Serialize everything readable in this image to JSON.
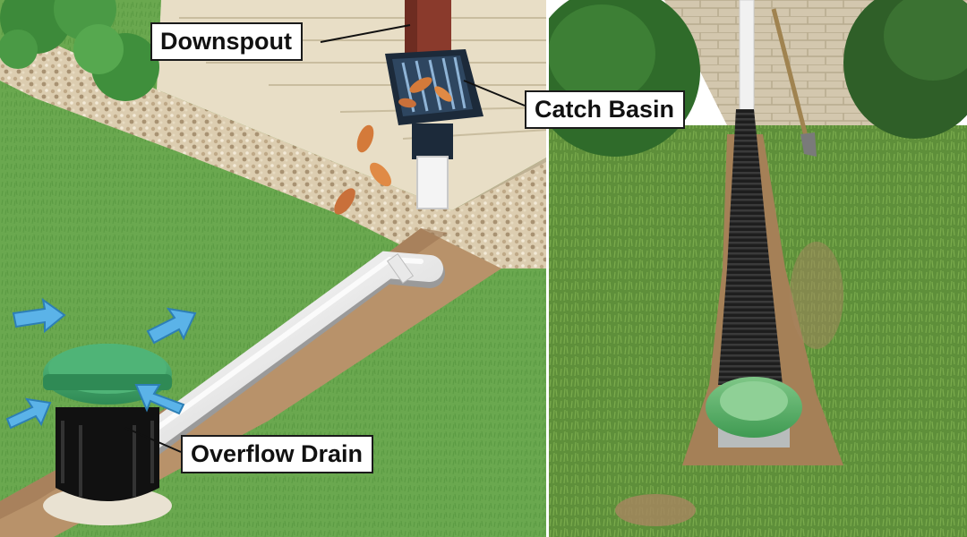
{
  "labels": {
    "downspout": "Downspout",
    "catch_basin": "Catch Basin",
    "overflow_drain": "Overflow Drain"
  },
  "colors": {
    "lawn": "#6aa84f",
    "gravel": "#d9c9a8",
    "trench_soil": "#b8926a",
    "pipe": "#f2f2f2",
    "drain_lid": "#3fa46a",
    "downspout": "#8a3a2c",
    "basin": "#1c2a3a",
    "siding": "#e6dcc4",
    "brick": "#cfc2a8",
    "corrugated_pipe": "#1e1e1e",
    "leaves": "#d47a3a"
  }
}
